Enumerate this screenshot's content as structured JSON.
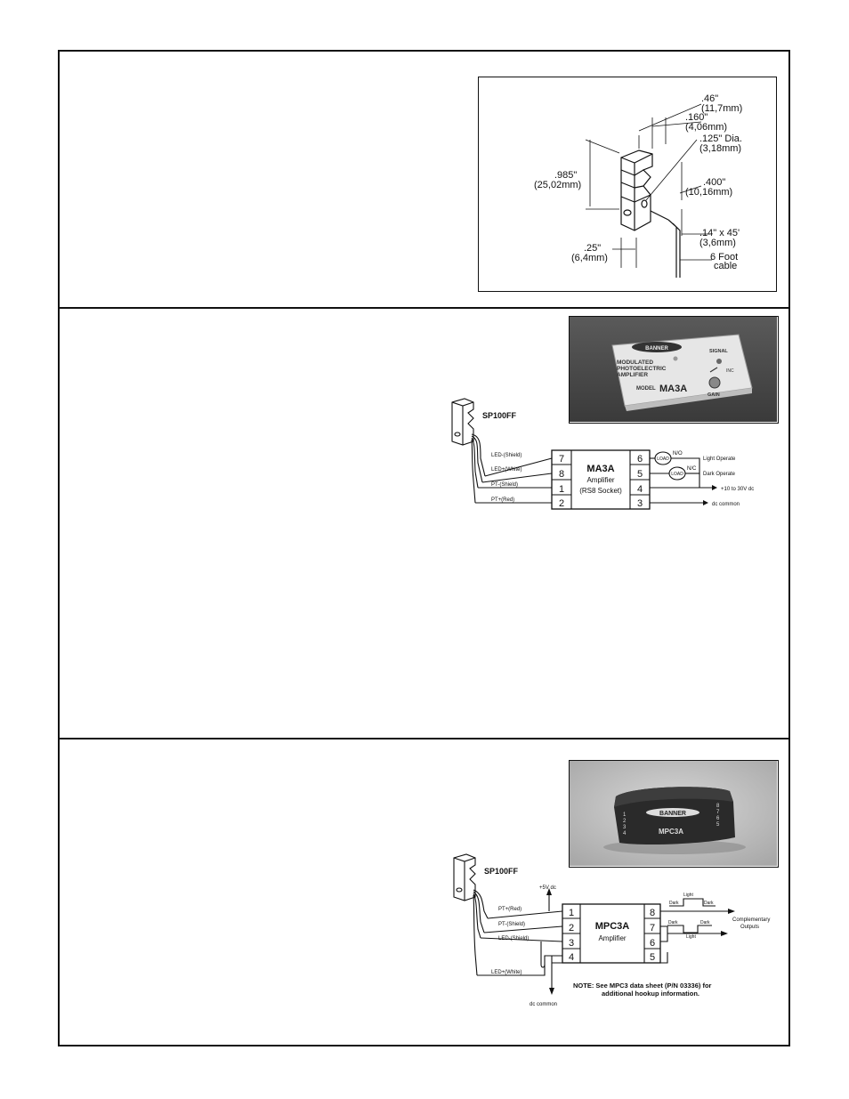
{
  "dimensions": {
    "d046": ".46\"",
    "d046mm": "(11,7mm)",
    "d160": ".160\"",
    "d160mm": "(4,06mm)",
    "d125": ".125\" Dia.",
    "d125mm": "(3,18mm)",
    "d985": ".985\"",
    "d985mm": "(25,02mm)",
    "d400": ".400\"",
    "d400mm": "(10,16mm)",
    "d14": ".14\" x 45'",
    "d14mm": "(3,6mm)",
    "d25": ".25\"",
    "d25mm": "(6,4mm)",
    "cable1": "6 Foot",
    "cable2": "cable"
  },
  "ma3a_photo": {
    "brand": "BANNER",
    "line1": "MODULATED",
    "line2": "PHOTOELECTRIC",
    "line3": "AMPLIFIER",
    "model_label": "MODEL",
    "model": "MA3A",
    "signal": "SIGNAL",
    "inc": "INC",
    "gain": "GAIN"
  },
  "ma3a_wiring": {
    "sensor": "SP100FF",
    "title": "MA3A",
    "sub1": "Amplifier",
    "sub2": "(RS8 Socket)",
    "left_pins": [
      "7",
      "8",
      "1",
      "2"
    ],
    "right_pins": [
      "6",
      "5",
      "4",
      "3"
    ],
    "wire_labels": [
      "LED-(Shield)",
      "LED+(White)",
      "PT-(Shield)",
      "PT+(Red)"
    ],
    "load": "LOAD",
    "no": "N/O",
    "nc": "N/C",
    "out1": "Light Operate",
    "out2": "Dark Operate",
    "supply": "+10 to 30V dc",
    "common": "dc common"
  },
  "mpc3a_photo": {
    "brand": "BANNER",
    "model": "MPC3A",
    "left_nums": "1\n2\n3\n4",
    "right_nums": "8\n7\n6\n5"
  },
  "mpc3a_wiring": {
    "sensor": "SP100FF",
    "supply": "+5V dc",
    "title": "MPC3A",
    "sub": "Amplifier",
    "left_pins": [
      "1",
      "2",
      "3",
      "4"
    ],
    "right_pins": [
      "8",
      "7",
      "6",
      "5"
    ],
    "wire_labels": [
      "PT+(Red)",
      "PT-(Shield)",
      "LED-(Shield)",
      "LED+(White)"
    ],
    "light": "Light",
    "dark": "Dark",
    "outputs1": "Complementary",
    "outputs2": "Outputs",
    "note1": "NOTE: See MPC3 data sheet (P/N 03336) for",
    "note2": "additional hookup information.",
    "common": "dc common"
  }
}
